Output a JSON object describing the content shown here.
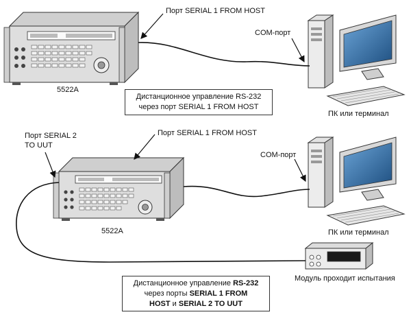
{
  "top": {
    "serial1_label": "Порт SERIAL 1 FROM HOST",
    "com_port_label": "COM-порт",
    "device_model": "5522A",
    "caption_line1": "Дистанционное управление RS-232",
    "caption_line2": "через порт SERIAL 1 FROM HOST",
    "pc_label": "ПК или терминал"
  },
  "bottom": {
    "serial2_line1": "Порт SERIAL 2",
    "serial2_line2": "TO UUT",
    "serial1_label": "Порт SERIAL 1 FROM HOST",
    "com_port_label": "COM-порт",
    "device_model": "5522A",
    "pc_label": "ПК или терминал",
    "uut_label": "Модуль проходит испытания",
    "caption_l1_a": "Дистанционное управление ",
    "caption_l1_b": "RS-232",
    "caption_l2_a": "через порты ",
    "caption_l2_b": "SERIAL 1 FROM",
    "caption_l3_a": "HOST",
    "caption_l3_b": " и ",
    "caption_l3_c": "SERIAL 2 TO UUT"
  },
  "colors": {
    "monitor_screen": "#2a5d8f",
    "device_body": "#d9d9d9",
    "device_panel": "#e8e8e8",
    "line": "#111111"
  }
}
